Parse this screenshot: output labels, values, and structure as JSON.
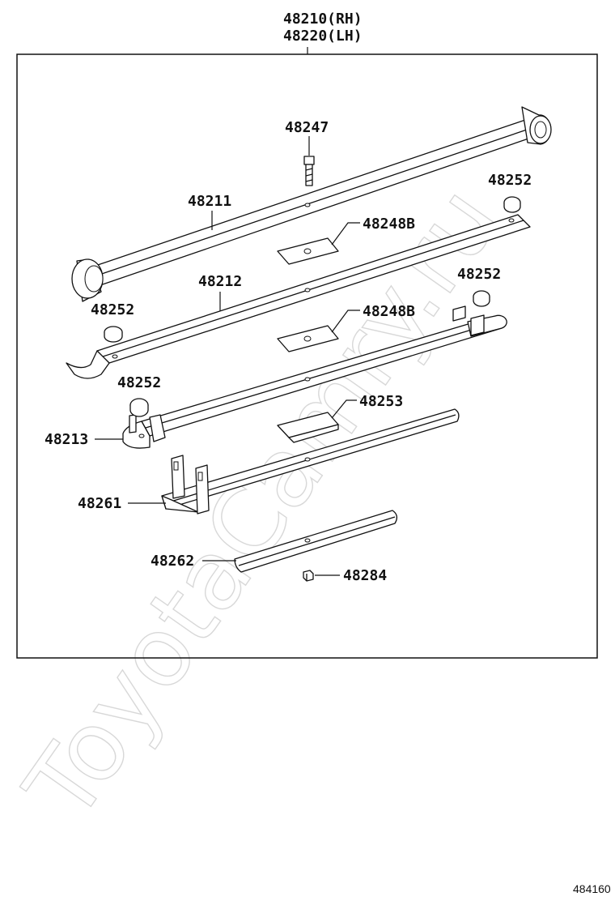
{
  "header": {
    "assembly_rh": "48210(RH)",
    "assembly_lh": "48220(LH)"
  },
  "parts": {
    "p48247": "48247",
    "p48252_a": "48252",
    "p48211": "48211",
    "p48248b_a": "48248B",
    "p48212": "48212",
    "p48252_b": "48252",
    "p48252_c": "48252",
    "p48248b_b": "48248B",
    "p48252_d": "48252",
    "p48253": "48253",
    "p48213": "48213",
    "p48261": "48261",
    "p48262": "48262",
    "p48284": "48284"
  },
  "watermark": "ToyotaCamry.ru",
  "diagram_code": "484160",
  "colors": {
    "ink": "#111111",
    "watermark": "#d8d8d8",
    "background": "#ffffff"
  }
}
